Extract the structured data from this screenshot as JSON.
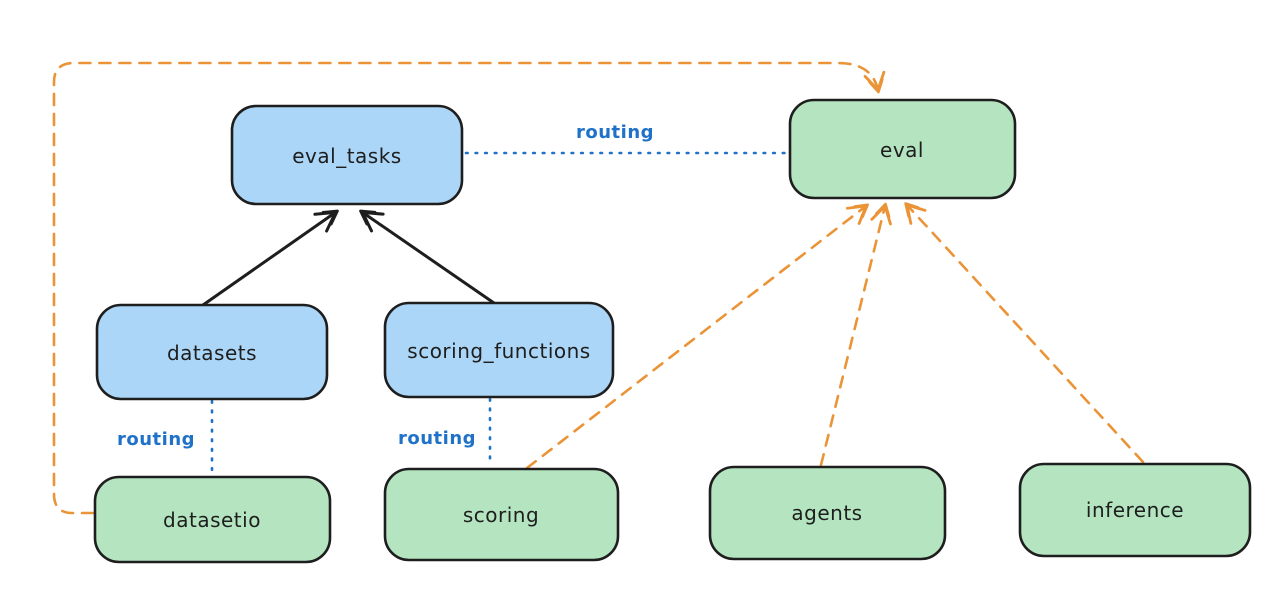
{
  "diagram": {
    "nodes": {
      "eval_tasks": {
        "label": "eval_tasks",
        "kind": "blue"
      },
      "eval": {
        "label": "eval",
        "kind": "green"
      },
      "datasets": {
        "label": "datasets",
        "kind": "blue"
      },
      "scoring_functions": {
        "label": "scoring_functions",
        "kind": "blue"
      },
      "datasetio": {
        "label": "datasetio",
        "kind": "green"
      },
      "scoring": {
        "label": "scoring",
        "kind": "green"
      },
      "agents": {
        "label": "agents",
        "kind": "green"
      },
      "inference": {
        "label": "inference",
        "kind": "green"
      }
    },
    "edge_labels": {
      "routing_top": "routing",
      "routing_datasets": "routing",
      "routing_scoring": "routing"
    },
    "edges": [
      {
        "from": "datasets",
        "to": "eval_tasks",
        "style": "solid-black-arrow"
      },
      {
        "from": "scoring_functions",
        "to": "eval_tasks",
        "style": "solid-black-arrow"
      },
      {
        "from": "eval_tasks",
        "to": "eval",
        "style": "dotted-blue",
        "label": "routing"
      },
      {
        "from": "datasets",
        "to": "datasetio",
        "style": "dotted-blue",
        "label": "routing"
      },
      {
        "from": "scoring_functions",
        "to": "scoring",
        "style": "dotted-blue",
        "label": "routing"
      },
      {
        "from": "scoring",
        "to": "eval",
        "style": "dashed-orange-arrow"
      },
      {
        "from": "agents",
        "to": "eval",
        "style": "dashed-orange-arrow"
      },
      {
        "from": "inference",
        "to": "eval",
        "style": "dashed-orange-arrow"
      },
      {
        "from": "datasetio",
        "to": "eval",
        "style": "dashed-orange-arrow-routed"
      }
    ],
    "colors": {
      "background": "#ffffff",
      "blue_fill": "#abd6f7",
      "green_fill": "#b4e5c0",
      "node_stroke": "#1e1e1e",
      "black_arrow": "#1e1e1e",
      "orange_dashed": "#ea9437",
      "routing_blue": "#1f72c8"
    }
  }
}
